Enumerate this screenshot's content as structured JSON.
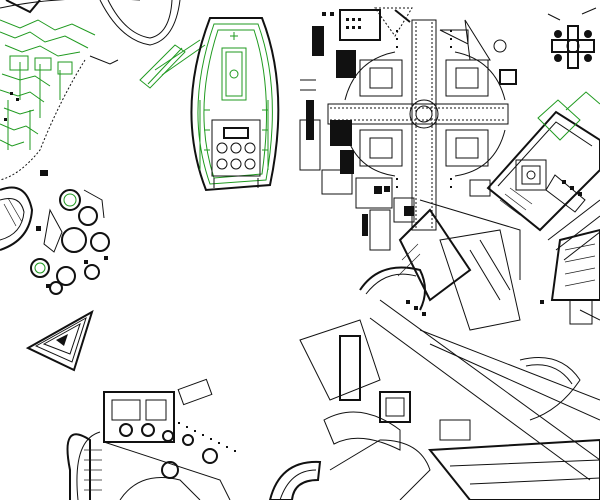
{
  "colors": {
    "background": "#ffffff",
    "linework": "#111111",
    "vegetation": "#1f9a1f"
  },
  "features": [
    {
      "id": "garden-maze-nw",
      "type": "garden",
      "color": "green"
    },
    {
      "id": "stadium-garden",
      "type": "garden-stadium",
      "color": "green"
    },
    {
      "id": "cross-complex",
      "type": "building-complex",
      "color": "black"
    },
    {
      "id": "cross-pavilion-small",
      "type": "building",
      "color": "black"
    },
    {
      "id": "circular-ruins-west",
      "type": "ruins",
      "color": "black"
    },
    {
      "id": "triangle-building",
      "type": "building",
      "color": "black"
    },
    {
      "id": "bath-complex-south",
      "type": "ruins",
      "color": "black"
    },
    {
      "id": "curved-boulevard",
      "type": "street",
      "color": "black"
    },
    {
      "id": "east-quarter",
      "type": "building-complex",
      "color": "black"
    }
  ]
}
